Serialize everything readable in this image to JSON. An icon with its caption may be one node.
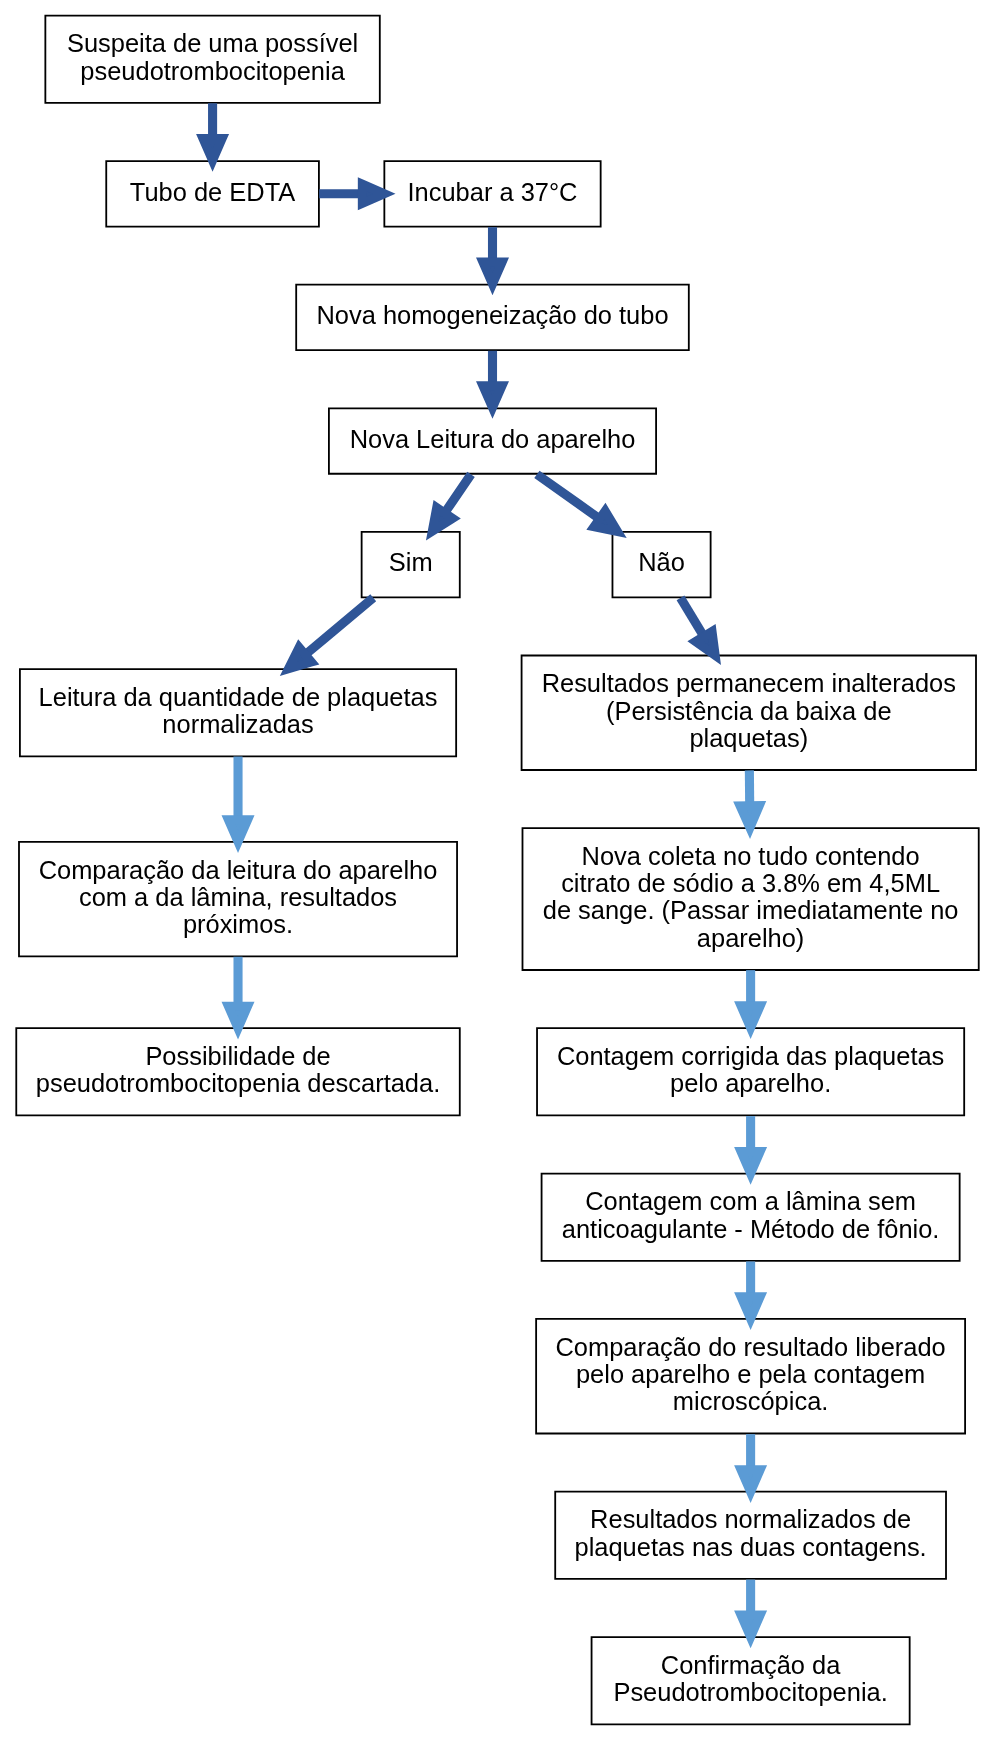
{
  "diagram": {
    "nodes": [
      {
        "text": [
          "Suspeita de uma possível pseudotrombocitopenia"
        ]
      },
      {
        "text": [
          "Tubo de EDTA"
        ]
      },
      {
        "text": [
          "Incubar a 37°C"
        ]
      },
      {
        "text": [
          "Nova homogeneização do tubo"
        ]
      },
      {
        "text": [
          "Nova Leitura do aparelho"
        ]
      },
      {
        "text": [
          "Sim"
        ]
      },
      {
        "text": [
          "Não"
        ]
      },
      {
        "text": [
          "Leitura da quantidade de plaquetas normalizadas"
        ]
      },
      {
        "text": [
          "Comparação da leitura do aparelho com a da lâmina, resultados próximos."
        ]
      },
      {
        "text": [
          "Possibilidade de pseudotrombocitopenia descartada."
        ]
      },
      {
        "text": [
          "Resultados permanecem inalterados (Persistência da baixa de plaquetas)"
        ]
      },
      {
        "text": [
          "Nova coleta no tudo contendo citrato de sódio a 3.8% em 4,5ML de sange. (Passar imediatamente no aparelho)"
        ]
      },
      {
        "text": [
          "Contagem corrigida das plaquetas pelo aparelho."
        ]
      },
      {
        "text": [
          "Contagem com a lâmina sem anticoagulante - Método de fônio."
        ]
      },
      {
        "text": [
          "Comparação do resultado liberado pelo aparelho e pela contagem microscópica."
        ]
      },
      {
        "text": [
          "Resultados normalizados de plaquetas nas duas contagens."
        ]
      },
      {
        "text": [
          "Confirmação da Pseudotrombocitopenia."
        ]
      }
    ],
    "edges": [
      {
        "from": 0,
        "to": 1,
        "arrow": "to",
        "color": "#2f5597"
      },
      {
        "from": 1,
        "to": 2,
        "arrow": "to",
        "color": "#2f5597"
      },
      {
        "from": 2,
        "to": 3,
        "arrow": "to",
        "color": "#2f5597"
      },
      {
        "from": 3,
        "to": 4,
        "arrow": "to",
        "color": "#2f5597"
      },
      {
        "from": 4,
        "to": 5,
        "arrow": "to",
        "color": "#2f5597"
      },
      {
        "from": 4,
        "to": 6,
        "arrow": "to",
        "color": "#2f5597"
      },
      {
        "from": 5,
        "to": 7,
        "arrow": "to",
        "color": "#2f5597"
      },
      {
        "from": 6,
        "to": 10,
        "arrow": "to",
        "color": "#2f5597"
      },
      {
        "from": 7,
        "to": 8,
        "arrow": "to",
        "color": "#5b9bd5"
      },
      {
        "from": 8,
        "to": 9,
        "arrow": "to",
        "color": "#5b9bd5"
      },
      {
        "from": 10,
        "to": 11,
        "arrow": "to",
        "color": "#5b9bd5"
      },
      {
        "from": 11,
        "to": 12,
        "arrow": "to",
        "color": "#5b9bd5"
      },
      {
        "from": 12,
        "to": 13,
        "arrow": "to",
        "color": "#5b9bd5"
      },
      {
        "from": 13,
        "to": 14,
        "arrow": "to",
        "color": "#5b9bd5"
      },
      {
        "from": 14,
        "to": 15,
        "arrow": "to",
        "color": "#5b9bd5"
      },
      {
        "from": 15,
        "to": 16,
        "arrow": "to",
        "color": "#5b9bd5"
      }
    ]
  }
}
